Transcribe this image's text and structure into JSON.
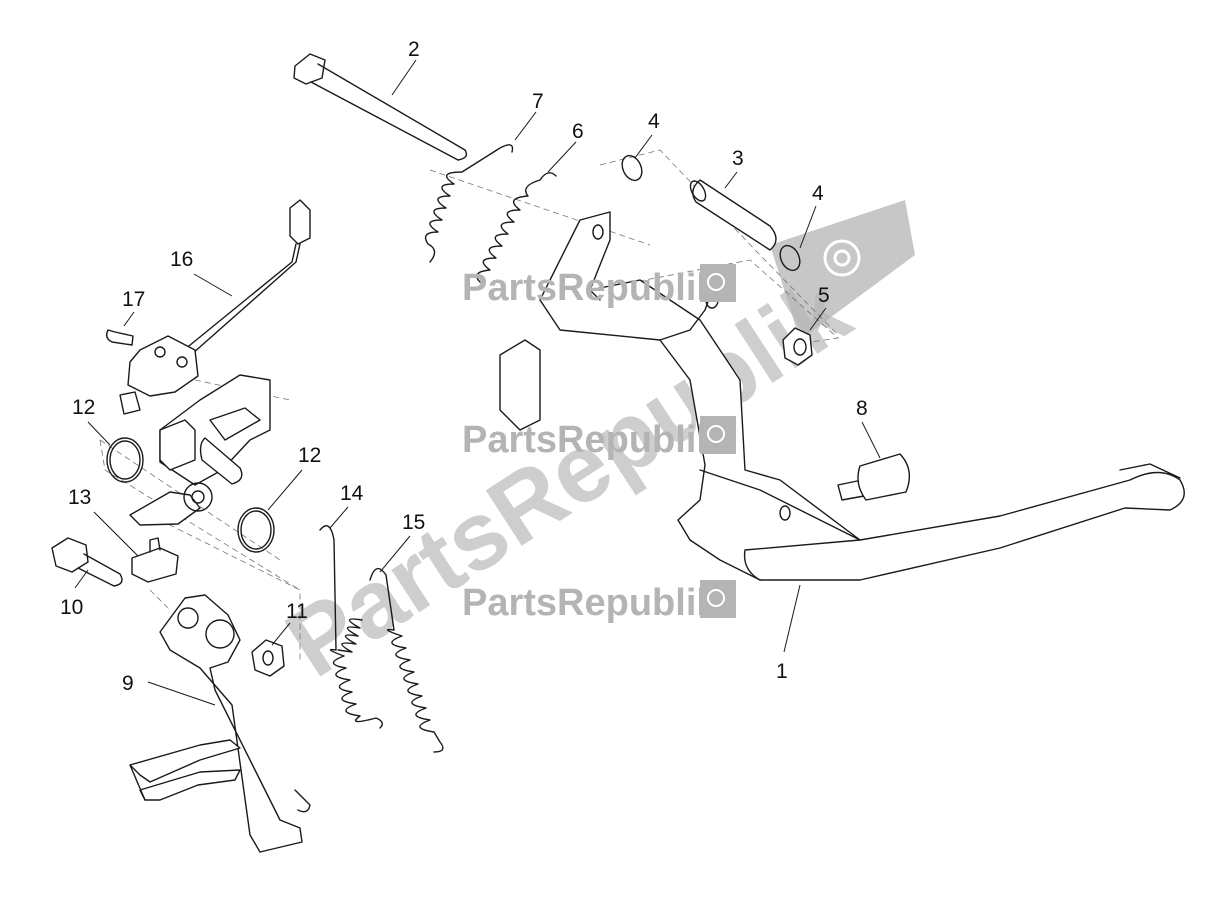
{
  "watermark": {
    "brand": "PartsRepublik",
    "diagonal": "PartsRepublik",
    "icon": "gear-icon"
  },
  "callouts": {
    "c1": "1",
    "c2": "2",
    "c3": "3",
    "c4a": "4",
    "c4b": "4",
    "c5": "5",
    "c6": "6",
    "c7": "7",
    "c8": "8",
    "c9": "9",
    "c10": "10",
    "c11": "11",
    "c12a": "12",
    "c12b": "12",
    "c13": "13",
    "c14": "14",
    "c15": "15",
    "c16": "16",
    "c17": "17"
  }
}
